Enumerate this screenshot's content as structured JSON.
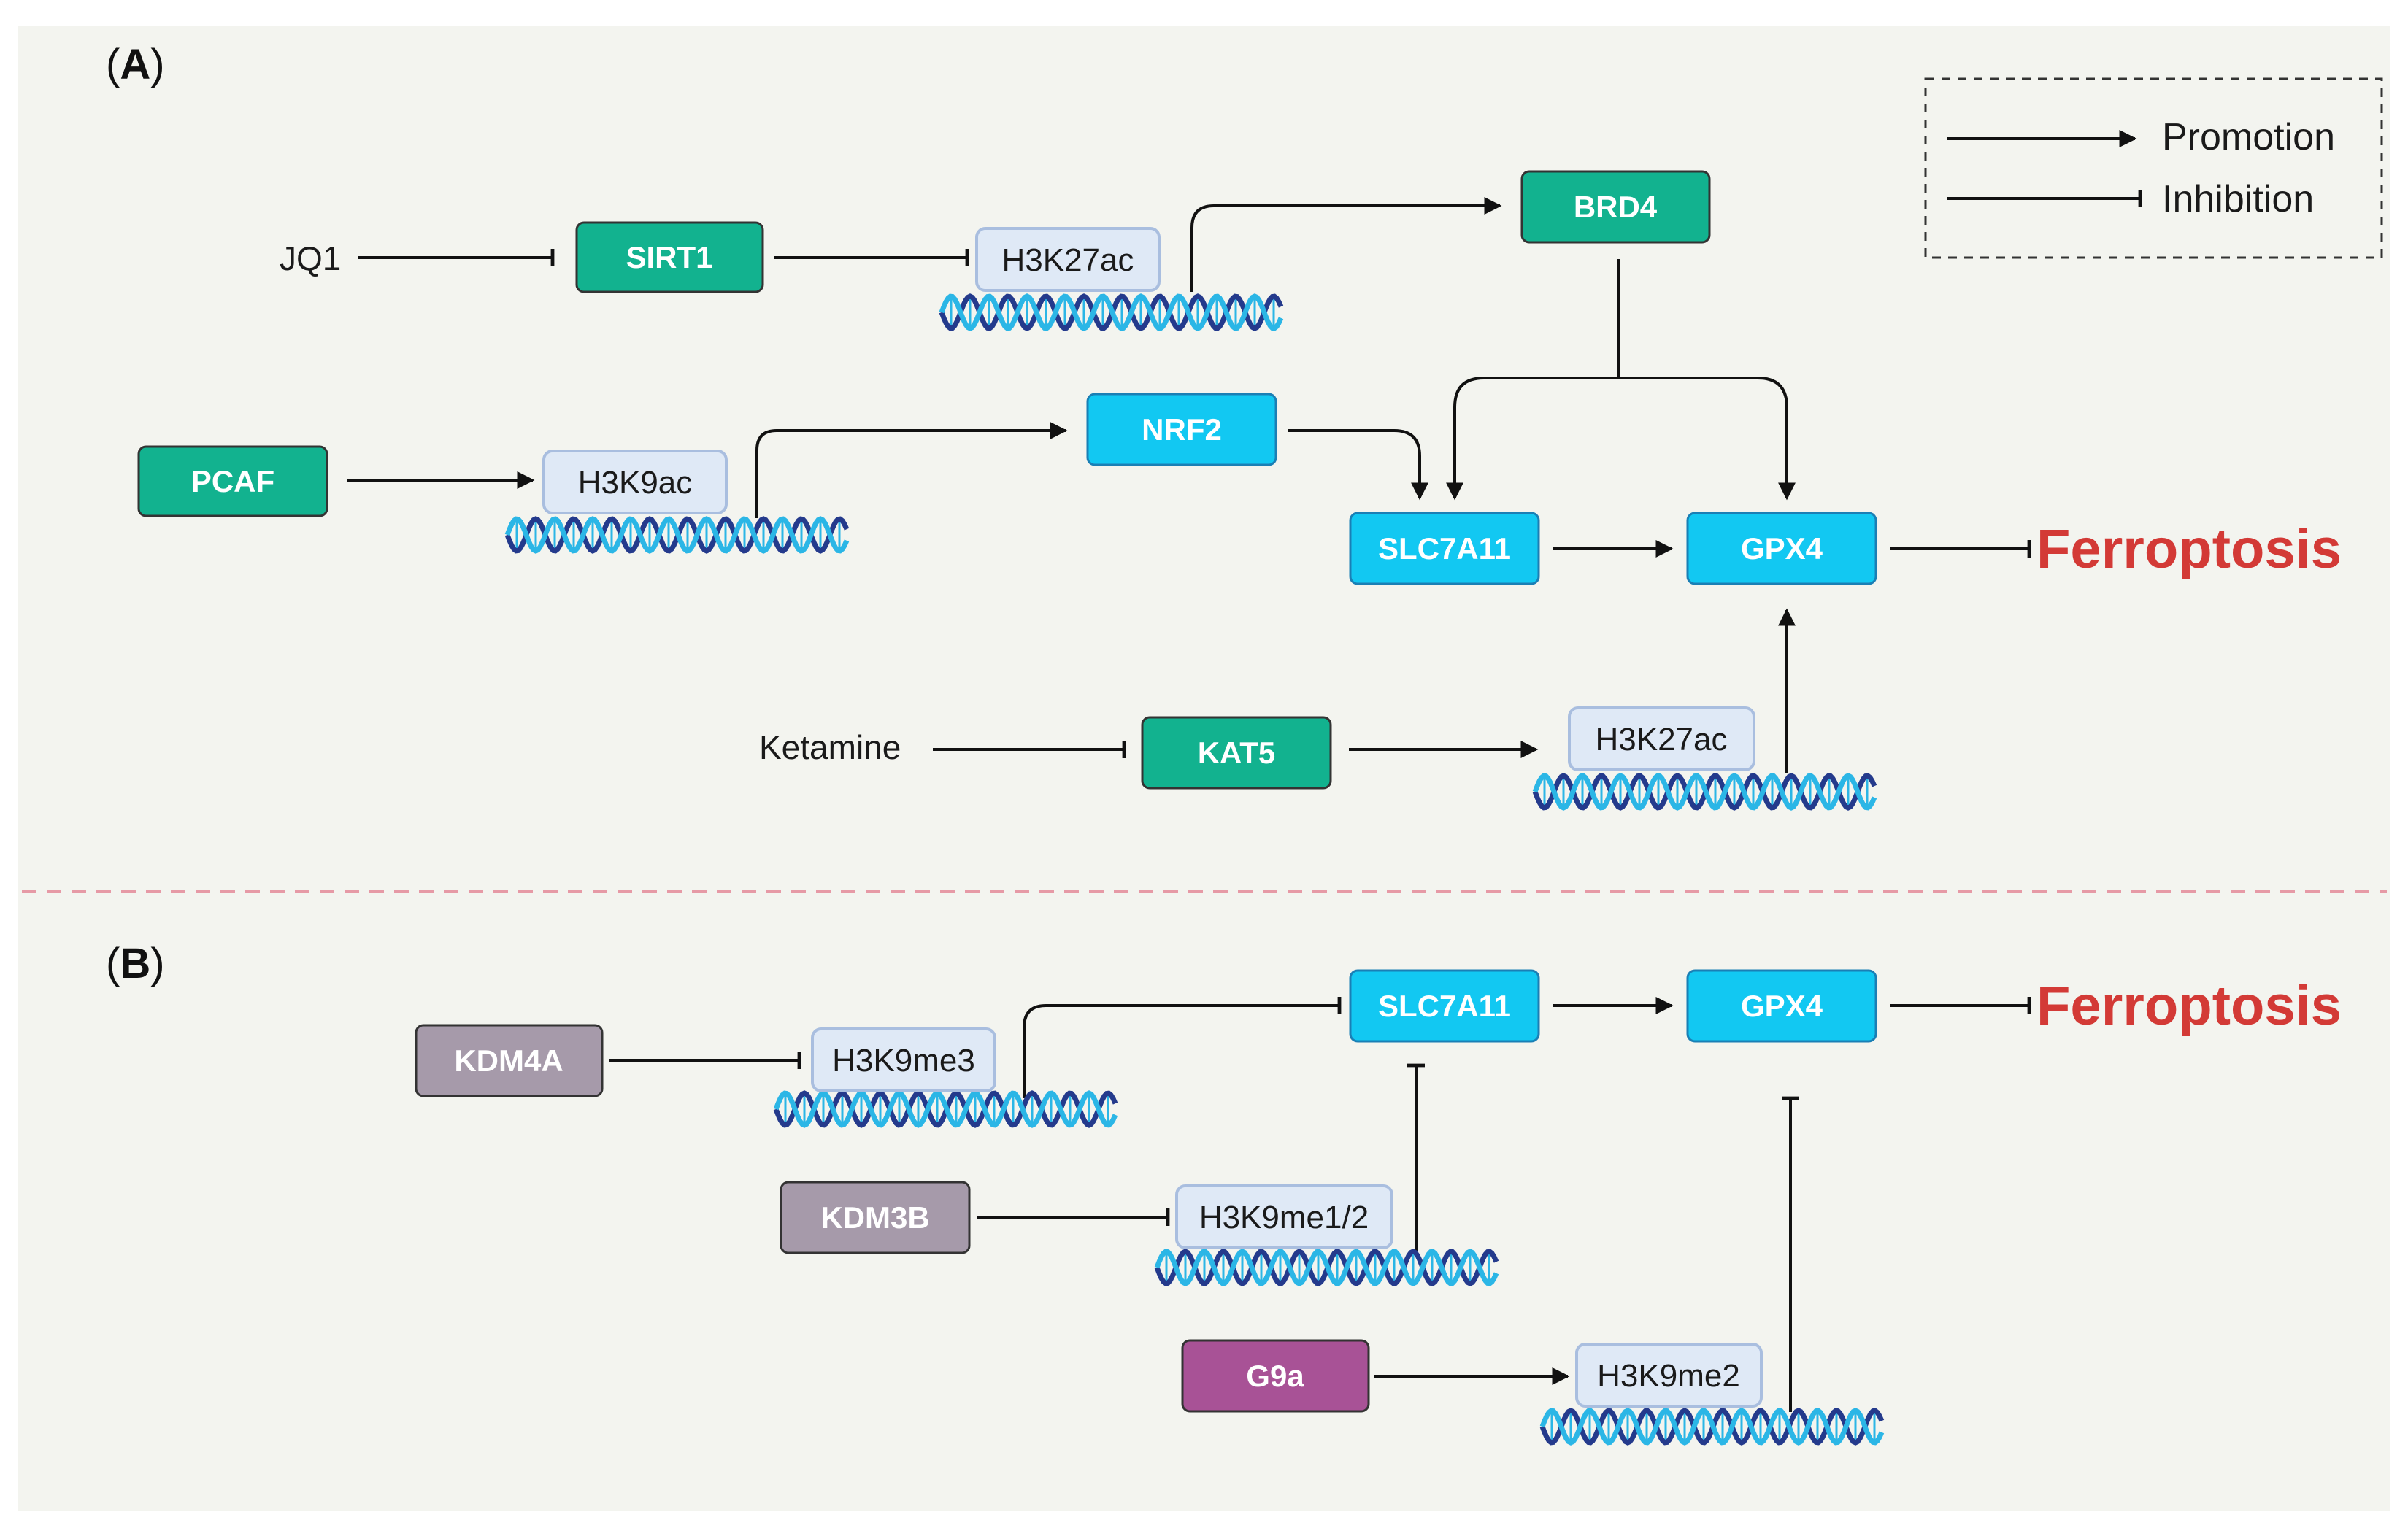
{
  "panels": {
    "a": {
      "label_prefix": "(",
      "label_letter": "A",
      "label_suffix": ")",
      "nodes": {
        "sirt1": "SIRT1",
        "brd4": "BRD4",
        "pcaf": "PCAF",
        "nrf2": "NRF2",
        "slc7a11": "SLC7A11",
        "gpx4": "GPX4",
        "kat5": "KAT5"
      },
      "marks": {
        "h3k27ac_top": "H3K27ac",
        "h3k9ac": "H3K9ac",
        "h3k27ac_bottom": "H3K27ac"
      },
      "drugs": {
        "jq1": "JQ1",
        "ketamine": "Ketamine"
      },
      "outcome": "Ferroptosis"
    },
    "b": {
      "label_prefix": "(",
      "label_letter": "B",
      "label_suffix": ")",
      "nodes": {
        "kdm4a": "KDM4A",
        "kdm3b": "KDM3B",
        "g9a": "G9a",
        "slc7a11": "SLC7A11",
        "gpx4": "GPX4"
      },
      "marks": {
        "h3k9me3": "H3K9me3",
        "h3k9me12": "H3K9me1/2",
        "h3k9me2": "H3K9me2"
      },
      "outcome": "Ferroptosis"
    }
  },
  "legend": {
    "promotion": "Promotion",
    "inhibition": "Inhibition"
  },
  "colors": {
    "background": "#f3f4ef",
    "hat_green": "#12b28f",
    "target_blue": "#12c8f2",
    "kdm_gray": "#a69aaa",
    "g9a_purple": "#a85296",
    "mark_fill": "#dfe9f6",
    "mark_border": "#a9bedf",
    "ferroptosis_red": "#d33a36",
    "divider_pink": "#e69aa6",
    "dna_dark": "#243a8c",
    "dna_light": "#2bb6e6"
  }
}
